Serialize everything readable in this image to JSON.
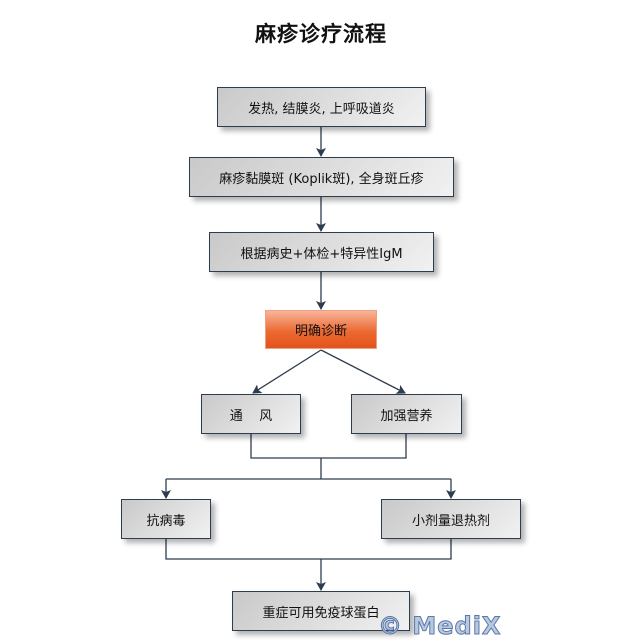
{
  "title": "麻疹诊疗流程",
  "nodes": {
    "symptoms": "发热, 结膜炎, 上呼吸道炎",
    "signs": "麻疹黏膜斑 (Koplik斑), 全身斑丘疹",
    "basis": "根据病史+体检+特异性IgM",
    "diagnosis": "明确诊断",
    "ventilation": "通    风",
    "nutrition": "加强营养",
    "antiviral": "抗病毒",
    "antipyretic": "小剂量退热剂",
    "immunoglobulin": "重症可用免疫球蛋白"
  },
  "watermark": "© MediX",
  "colors": {
    "line": "#2e3c50",
    "highlight": "#e85a22"
  }
}
